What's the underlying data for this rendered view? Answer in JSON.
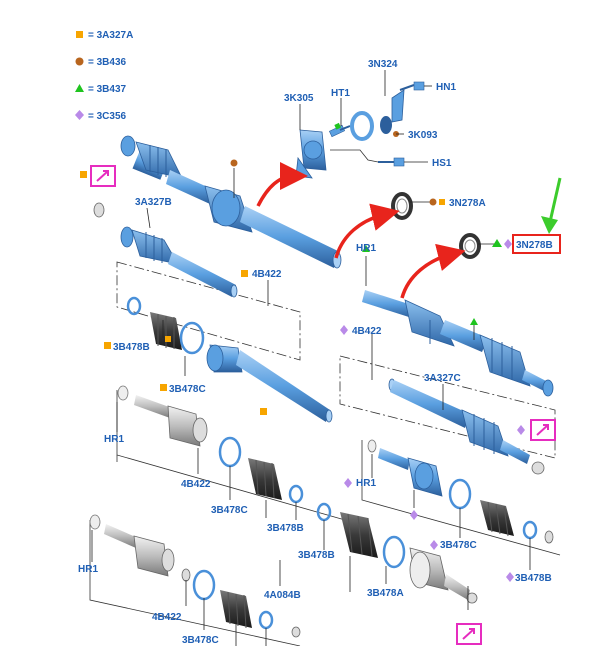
{
  "colors": {
    "part_blue": "#5a9fe0",
    "part_dark": "#2c5f9c",
    "label_blue": "#1f5fb4",
    "legend_orange_square": "#f7a500",
    "legend_brown_circle": "#b8651e",
    "legend_green_triangle": "#1fc41f",
    "legend_purple_diamond": "#b98ae8",
    "arrow_red": "#e8241c",
    "callout_green": "#3ccc2c",
    "highlight_red": "#e8241c",
    "icon_magenta": "#e62dbf"
  },
  "legend": [
    {
      "symbol": "orange-square",
      "text": "= 3A327A"
    },
    {
      "symbol": "brown-circle",
      "text": "= 3B436"
    },
    {
      "symbol": "green-triangle",
      "text": "= 3B437"
    },
    {
      "symbol": "purple-diamond",
      "text": "= 3C356"
    }
  ],
  "labels": {
    "l_3k305": "3K305",
    "l_ht1": "HT1",
    "l_3n324": "3N324",
    "l_hn1": "HN1",
    "l_3k093": "3K093",
    "l_hs1": "HS1",
    "l_3n278a": "3N278A",
    "l_3n278b": "3N278B",
    "l_hr1_a": "HR1",
    "l_3a327b": "3A327B",
    "l_4b422_a": "4B422",
    "l_4b422_b": "4B422",
    "l_3b478b_a": "3B478B",
    "l_3b478c_a": "3B478C",
    "l_3a327c": "3A327C",
    "l_hr1_b": "HR1",
    "l_hr1_c": "HR1",
    "l_4b422_c": "4B422",
    "l_3b478c_b": "3B478C",
    "l_3b478b_b": "3B478B",
    "l_3b478b_c": "3B478B",
    "l_3b478c_c": "3B478C",
    "l_3b478b_d": "3B478B",
    "l_hr1_d": "HR1",
    "l_4a084b": "4A084B",
    "l_3b478a": "3B478A",
    "l_4b422_d": "4B422",
    "l_3b478c_d": "3B478C"
  },
  "highlighted_part": "3N278B"
}
